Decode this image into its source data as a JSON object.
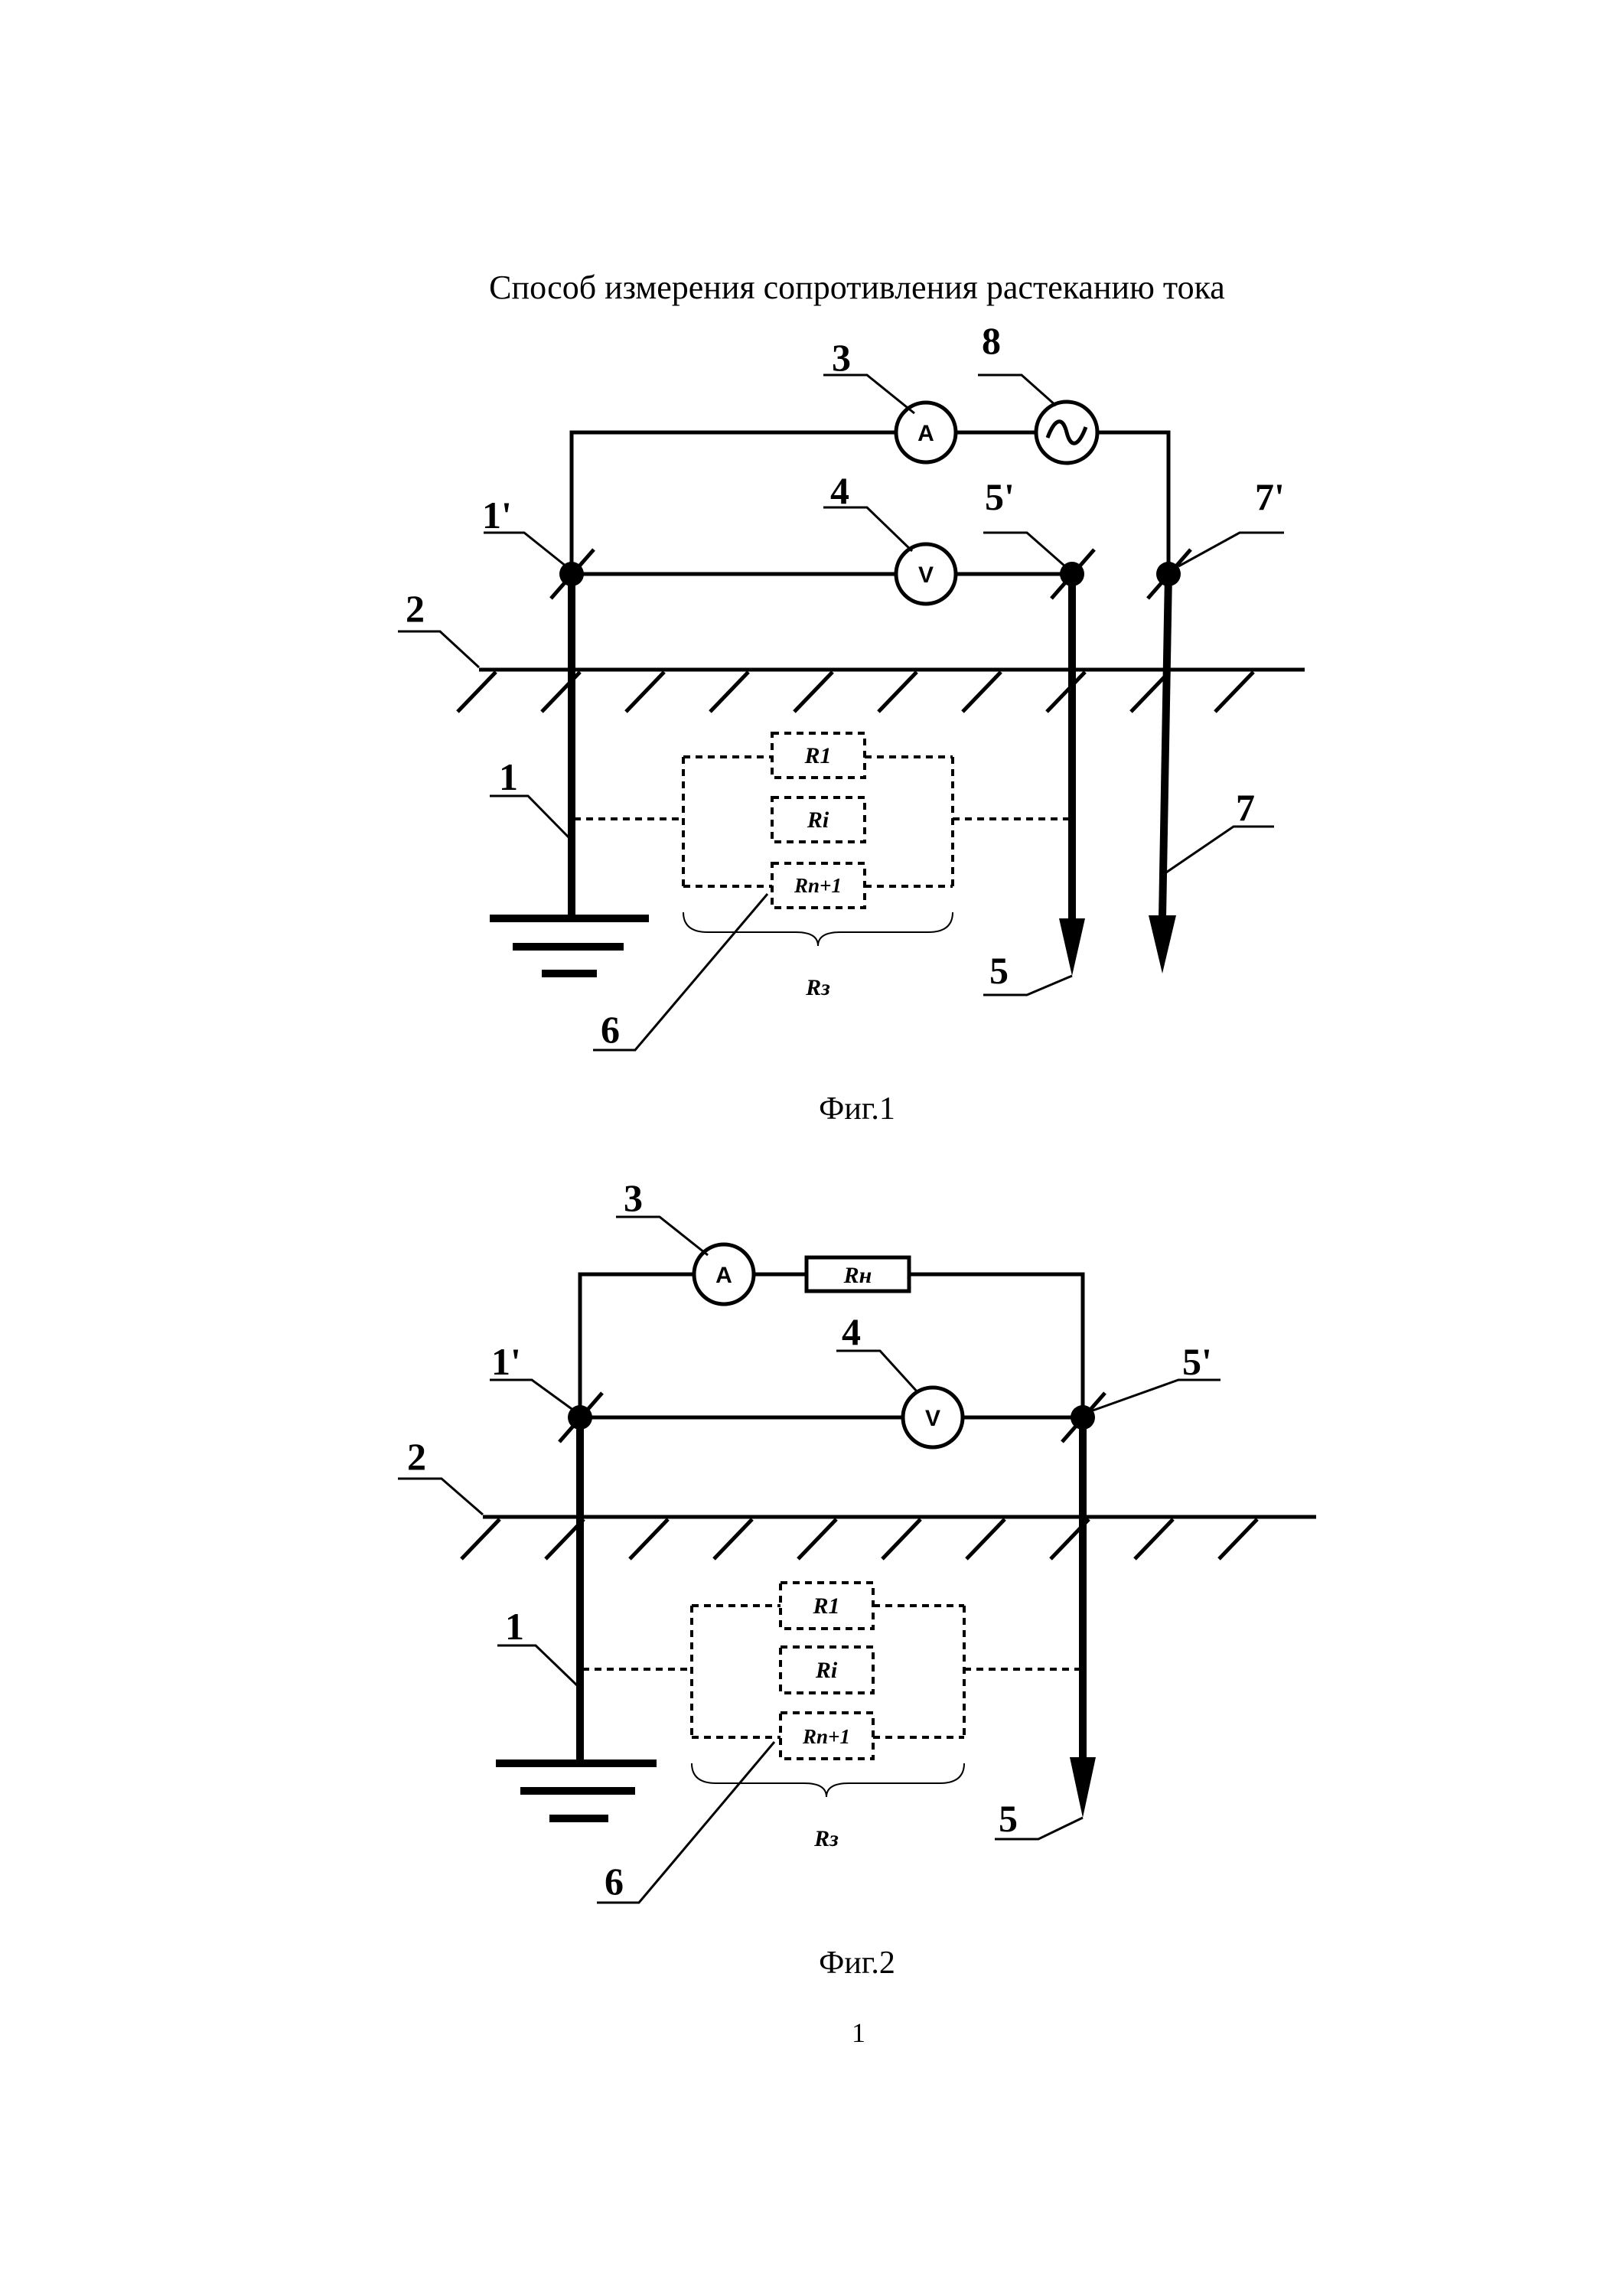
{
  "document": {
    "title": "Способ измерения сопротивления растеканию тока",
    "page_number": "1"
  },
  "fig1": {
    "caption": "Фиг.1",
    "labels": {
      "ground_electrode": "1",
      "ground_electrode_terminal": "1'",
      "ground_surface": "2",
      "ammeter": "3",
      "voltmeter": "4",
      "potential_electrode": "5",
      "potential_electrode_terminal": "5'",
      "resistance_group": "6",
      "current_electrode": "7",
      "current_electrode_terminal": "7'",
      "ac_source": "8"
    },
    "meters": {
      "ammeter_symbol": "A",
      "voltmeter_symbol": "V"
    },
    "resistors": [
      "R1",
      "Ri",
      "Rn+1"
    ],
    "equivalent_resistance": "Rз"
  },
  "fig2": {
    "caption": "Фиг.2",
    "labels": {
      "ground_electrode": "1",
      "ground_electrode_terminal": "1'",
      "ground_surface": "2",
      "ammeter": "3",
      "voltmeter": "4",
      "potential_electrode": "5",
      "potential_electrode_terminal": "5'",
      "resistance_group": "6"
    },
    "meters": {
      "ammeter_symbol": "A",
      "voltmeter_symbol": "V"
    },
    "load_resistor": "Rн",
    "resistors": [
      "R1",
      "Ri",
      "Rn+1"
    ],
    "equivalent_resistance": "Rз"
  }
}
